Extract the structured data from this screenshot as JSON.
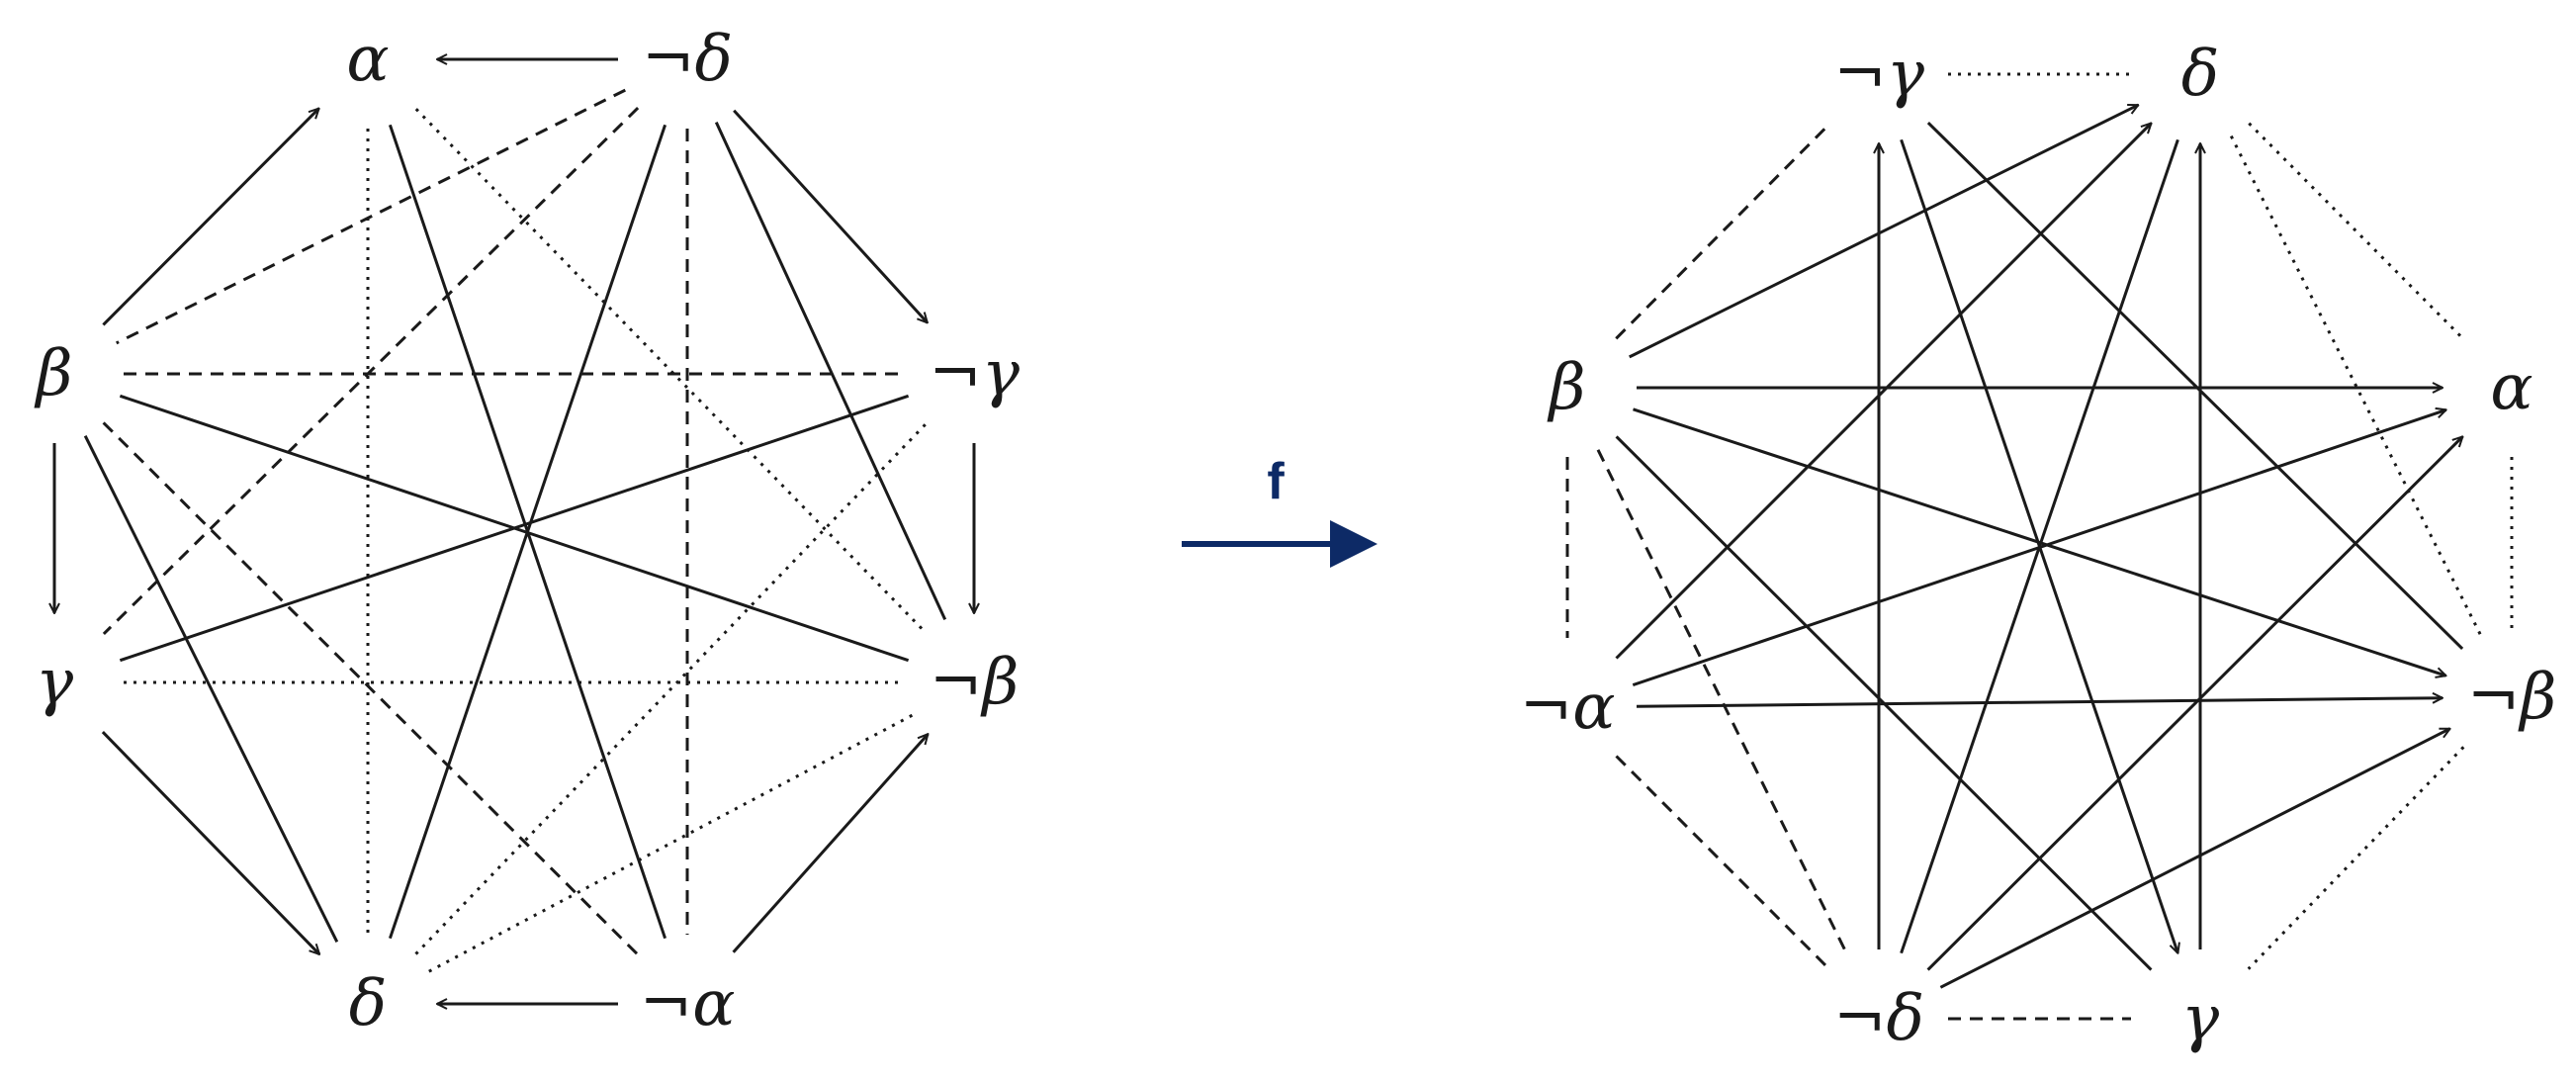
{
  "colors": {
    "ink": "#1a1a1a",
    "map_arrow": "#0d2a66"
  },
  "map_label": "f",
  "left": {
    "nodes": {
      "L_alpha": "α",
      "L_ndelta": "¬δ",
      "L_ngamma": "¬γ",
      "L_nbeta": "¬β",
      "L_nalpha": "¬α",
      "L_delta": "δ",
      "L_gamma": "γ",
      "L_beta": "β"
    },
    "arrows": [
      [
        "L_ndelta",
        "L_alpha"
      ],
      [
        "L_ndelta",
        "L_ngamma"
      ],
      [
        "L_ngamma",
        "L_nbeta"
      ],
      [
        "L_nalpha",
        "L_nbeta"
      ],
      [
        "L_nalpha",
        "L_delta"
      ],
      [
        "L_gamma",
        "L_delta"
      ],
      [
        "L_beta",
        "L_gamma"
      ],
      [
        "L_beta",
        "L_alpha"
      ]
    ],
    "solid": [
      [
        "L_alpha",
        "L_nalpha"
      ],
      [
        "L_ndelta",
        "L_delta"
      ],
      [
        "L_ngamma",
        "L_gamma"
      ],
      [
        "L_beta",
        "L_nbeta"
      ],
      [
        "L_ndelta",
        "L_nbeta"
      ],
      [
        "L_beta",
        "L_delta"
      ]
    ],
    "dashed": [
      [
        "L_beta",
        "L_ngamma"
      ],
      [
        "L_ndelta",
        "L_nalpha"
      ],
      [
        "L_ndelta",
        "L_beta"
      ],
      [
        "L_ndelta",
        "L_gamma"
      ],
      [
        "L_beta",
        "L_nalpha"
      ]
    ],
    "dotted": [
      [
        "L_alpha",
        "L_delta"
      ],
      [
        "L_gamma",
        "L_nbeta"
      ],
      [
        "L_alpha",
        "L_nbeta"
      ],
      [
        "L_delta",
        "L_ngamma"
      ],
      [
        "L_delta",
        "L_nbeta"
      ]
    ]
  },
  "right": {
    "nodes": {
      "R_ngamma": "¬γ",
      "R_delta": "δ",
      "R_alpha": "α",
      "R_nbeta": "¬β",
      "R_gamma": "γ",
      "R_ndelta": "¬δ",
      "R_nalpha": "¬α",
      "R_beta": "β"
    },
    "arrows": [
      [
        "R_beta",
        "R_alpha"
      ],
      [
        "R_nalpha",
        "R_nbeta"
      ],
      [
        "R_ndelta",
        "R_ngamma"
      ],
      [
        "R_gamma",
        "R_delta"
      ],
      [
        "R_beta",
        "R_delta"
      ],
      [
        "R_nalpha",
        "R_delta"
      ],
      [
        "R_beta",
        "R_nbeta"
      ],
      [
        "R_nalpha",
        "R_alpha"
      ],
      [
        "R_ngamma",
        "R_gamma"
      ],
      [
        "R_ndelta",
        "R_alpha"
      ],
      [
        "R_ndelta",
        "R_nbeta"
      ]
    ],
    "solid": [
      [
        "R_ngamma",
        "R_nbeta"
      ],
      [
        "R_delta",
        "R_ndelta"
      ],
      [
        "R_beta",
        "R_gamma"
      ]
    ],
    "dashed": [
      [
        "R_beta",
        "R_ngamma"
      ],
      [
        "R_beta",
        "R_nalpha"
      ],
      [
        "R_nalpha",
        "R_ndelta"
      ],
      [
        "R_ndelta",
        "R_gamma"
      ],
      [
        "R_beta",
        "R_ndelta"
      ]
    ],
    "dotted": [
      [
        "R_ngamma",
        "R_delta"
      ],
      [
        "R_delta",
        "R_alpha"
      ],
      [
        "R_alpha",
        "R_nbeta"
      ],
      [
        "R_nbeta",
        "R_gamma"
      ],
      [
        "R_delta",
        "R_nbeta"
      ]
    ]
  }
}
